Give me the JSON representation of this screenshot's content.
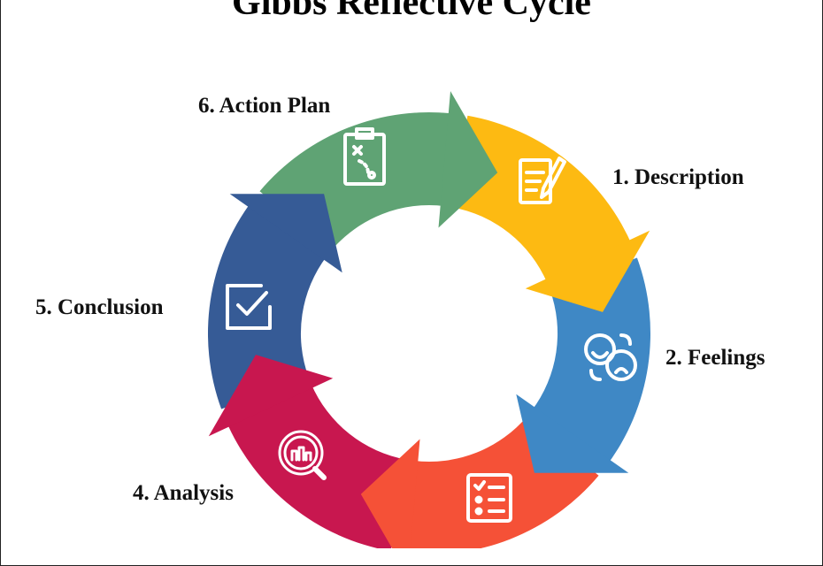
{
  "title": "Gibbs Reflective Cycle",
  "stages": [
    {
      "label": "1. Description",
      "color": "#FDBA12",
      "icon": "notepad-pencil-icon"
    },
    {
      "label": "2. Feelings",
      "color": "#3F88C5",
      "icon": "emotions-faces-icon"
    },
    {
      "label": "",
      "color": "#F55137",
      "icon": "checklist-icon"
    },
    {
      "label": "4. Analysis",
      "color": "#C8174F",
      "icon": "magnifier-chart-icon"
    },
    {
      "label": "5. Conclusion",
      "color": "#365B96",
      "icon": "checkbox-icon"
    },
    {
      "label": "6. Action Plan",
      "color": "#5FA374",
      "icon": "clipboard-strategy-icon"
    }
  ]
}
